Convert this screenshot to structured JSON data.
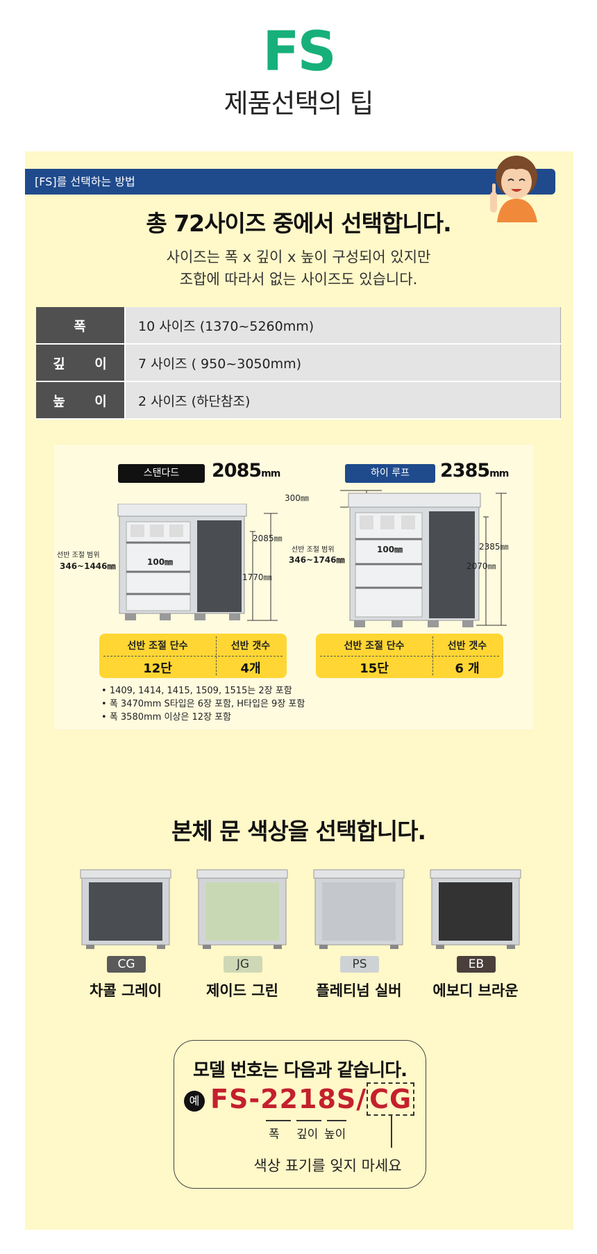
{
  "header": {
    "brand": "FS",
    "subtitle": "제품선택의 팁"
  },
  "section1": {
    "bar_label": "[FS]를 선택하는 방법",
    "headline": "총 72사이즈 중에서 선택합니다.",
    "desc_line1": "사이즈는 폭 x 깊이 x 높이 구성되어 있지만",
    "desc_line2": "조합에 따라서 없는 사이즈도 있습니다.",
    "spec_rows": [
      {
        "key": "폭",
        "value": "10 사이즈 (1370~5260mm)"
      },
      {
        "key": "깊 이",
        "value": "7 사이즈  ( 950~3050mm)"
      },
      {
        "key": "높 이",
        "value": "2 사이즈 (하단참조)"
      }
    ]
  },
  "diagram": {
    "standard": {
      "label": "스탠다드",
      "height_num": "2085",
      "unit": "mm",
      "range_label": "선반 조절 범위",
      "range_value": "346~1446㎜",
      "shelf_gap": "100㎜",
      "dim_total": "2085㎜",
      "dim_inner": "1770㎜",
      "steps_label": "선반 조절 단수",
      "count_label": "선반 갯수",
      "steps_value": "12단",
      "count_value": "4개"
    },
    "highroof": {
      "label": "하이 루프",
      "height_num": "2385",
      "unit": "mm",
      "roof_add": "300㎜",
      "range_label": "선반 조절 범위",
      "range_value": "346~1746㎜",
      "shelf_gap": "100㎜",
      "dim_total": "2385㎜",
      "dim_inner": "2070㎜",
      "steps_label": "선반 조절 단수",
      "count_label": "선반 갯수",
      "steps_value": "15단",
      "count_value": "6 개"
    },
    "notes": [
      "1409, 1414, 1415, 1509, 1515는 2장 포함",
      "폭 3470mm  S타입은 6장 포함, H타입은 9장 포함",
      "폭 3580mm 이상은 12장 포함"
    ]
  },
  "section2": {
    "headline": "본체 문 색상을 선택합니다.",
    "colors": [
      {
        "code": "CG",
        "name": "차콜 그레이",
        "door": "#4a4d52",
        "code_bg": "#5a5a5a"
      },
      {
        "code": "JG",
        "name": "제이드 그린",
        "door": "#c9d8b4",
        "code_bg": "#cfd8b6"
      },
      {
        "code": "PS",
        "name": "플레티넘 실버",
        "door": "#c4c8cc",
        "code_bg": "#cfd2d4"
      },
      {
        "code": "EB",
        "name": "에보디 브라운",
        "door": "#333333",
        "code_bg": "#4a3f3b"
      }
    ]
  },
  "model": {
    "title": "모델 번호는 다음과 같습니다.",
    "example_badge": "예",
    "prefix": "FS-",
    "width_code": "22",
    "depth_code": "18",
    "height_code": "S",
    "slash": "/",
    "color_code": "CG",
    "legend_width": "폭",
    "legend_depth": "깊이",
    "legend_height": "높이",
    "color_note": "색상 표기를 잊지 마세요"
  },
  "colors": {
    "brand_green": "#17b07a",
    "bar_blue": "#1f4a8c",
    "panel_yellow": "#fff8c8",
    "accent_yellow": "#ffd633",
    "model_red": "#c4202e"
  }
}
